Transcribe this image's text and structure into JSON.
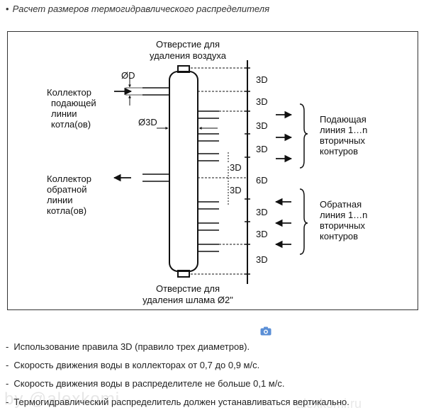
{
  "title": "Расчет размеров термогидравлического распределителя",
  "diagram": {
    "top_label": [
      "Отверстие для",
      "удаления воздуха"
    ],
    "bottom_label": [
      "Отверстие для",
      "удаления шлама Ø2\""
    ],
    "diameter_d": "ØD",
    "diameter_3d": "Ø3D",
    "left_supply": [
      "Коллектор",
      "подающей",
      "линии",
      "котла(ов)"
    ],
    "left_return": [
      "Коллектор",
      "обратной",
      "линии",
      "котла(ов)"
    ],
    "right_supply": [
      "Подающая",
      "линия 1…n",
      "вторичных",
      "контуров"
    ],
    "right_return": [
      "Обратная",
      "линия 1…n",
      "вторичных",
      "контуров"
    ],
    "segment_labels": [
      "3D",
      "3D",
      "3D",
      "3D",
      "6D",
      "3D",
      "3D",
      "3D"
    ],
    "inner_labels": [
      "3D",
      "3D"
    ]
  },
  "bullets": [
    "Использование правила 3D (правило трех диаметров).",
    "Скорость движения воды в коллекторах от 0,7 до 0,9 м/с.",
    "Скорость движения воды в распределителе не больше  0,1 м/с.",
    "Термогидравлический распределитель должен устанавливаться вертикально."
  ],
  "bullet_marker": "-",
  "title_marker": "•",
  "watermark": "by @alexkomi",
  "watermark_site": "alexkomi.ru",
  "colors": {
    "line": "#111111",
    "text": "#222222",
    "camera": "#5b8fd6",
    "frame": "#333333"
  }
}
